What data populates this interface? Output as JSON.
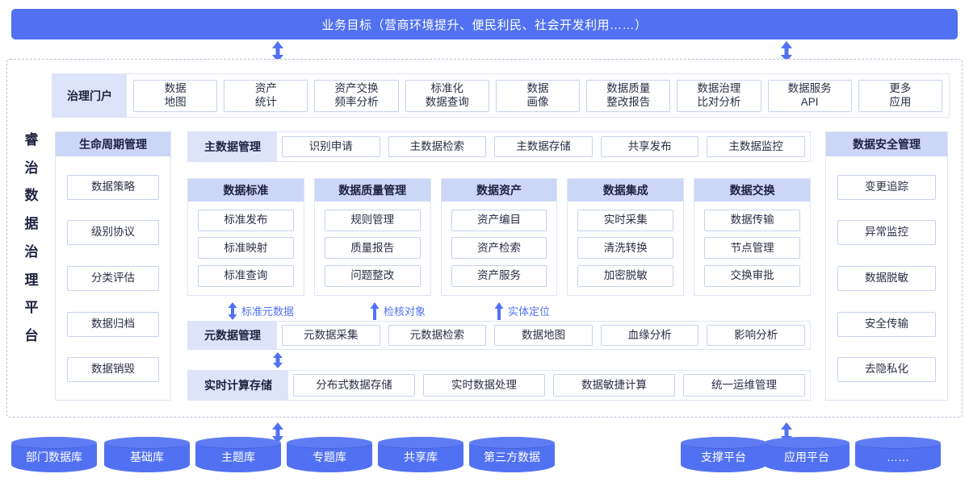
{
  "banner": {
    "title": "业务目标（营商环境提升、便民利民、社会开发利用……）",
    "color": "#5271f2"
  },
  "platform": {
    "vertical_title_chars": [
      "睿",
      "治",
      "数",
      "据",
      "治",
      "理",
      "平",
      "台"
    ]
  },
  "portal": {
    "head": "治理门户",
    "items": [
      "数据\n地图",
      "资产\n统计",
      "资产交换\n频率分析",
      "标准化\n数据查询",
      "数据\n画像",
      "数据质量\n整改报告",
      "数据治理\n比对分析",
      "数据服务\nAPI",
      "更多\n应用"
    ]
  },
  "lifecycle": {
    "head": "生命周期管理",
    "items": [
      "数据策略",
      "级别协议",
      "分类评估",
      "数据归档",
      "数据销毁"
    ]
  },
  "security": {
    "head": "数据安全管理",
    "items": [
      "变更追踪",
      "异常监控",
      "数据脱敏",
      "安全传输",
      "去隐私化"
    ]
  },
  "master_data": {
    "head": "主数据管理",
    "items": [
      "识别申请",
      "主数据检索",
      "主数据存储",
      "共享发布",
      "主数据监控"
    ]
  },
  "domains": [
    {
      "head": "数据标准",
      "items": [
        "标准发布",
        "标准映射",
        "标准查询"
      ]
    },
    {
      "head": "数据质量管理",
      "items": [
        "规则管理",
        "质量报告",
        "问题整改"
      ]
    },
    {
      "head": "数据资产",
      "items": [
        "资产编目",
        "资产检索",
        "资产服务"
      ]
    },
    {
      "head": "数据集成",
      "items": [
        "实时采集",
        "清洗转换",
        "加密脱敏"
      ]
    },
    {
      "head": "数据交换",
      "items": [
        "数据传输",
        "节点管理",
        "交换审批"
      ]
    }
  ],
  "connector_labels": [
    {
      "text": "标准元数据",
      "arrow": "double"
    },
    {
      "text": "检核对象",
      "arrow": "up"
    },
    {
      "text": "实体定位",
      "arrow": "up"
    }
  ],
  "metadata": {
    "head": "元数据管理",
    "items": [
      "元数据采集",
      "元数据检索",
      "数据地图",
      "血缘分析",
      "影响分析"
    ]
  },
  "realtime": {
    "head": "实时计算存储",
    "items": [
      "分布式数据存储",
      "实时数据处理",
      "数据敏捷计算",
      "统一运维管理"
    ]
  },
  "data_sources_left": [
    "部门数据库",
    "基础库",
    "主题库",
    "专题库",
    "共享库",
    "第三方数据"
  ],
  "data_sources_right": [
    "支撑平台",
    "应用平台",
    "……"
  ],
  "colors": {
    "accent": "#5271f2",
    "head_light": "#dde4fa",
    "head_mid": "#ccd6f7",
    "cell_border": "#c7d2ef",
    "frame_dash": "#b9c0d6"
  }
}
